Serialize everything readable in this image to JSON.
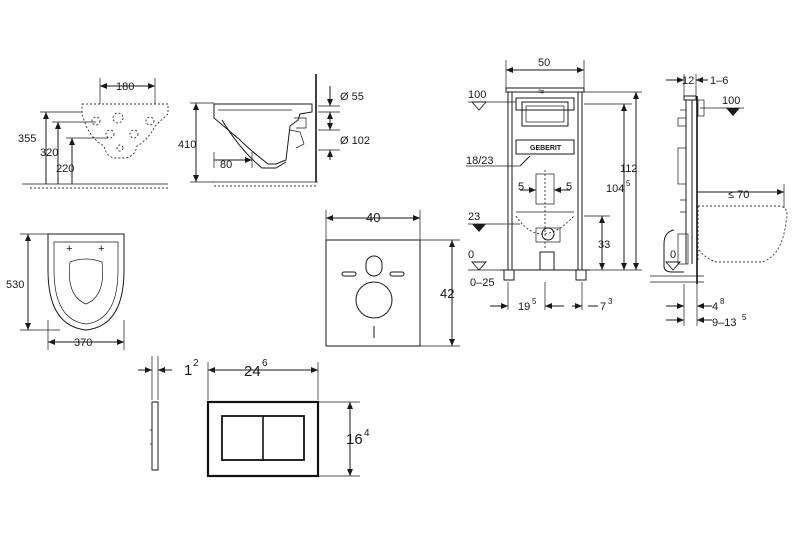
{
  "wc_top": {
    "width": "180",
    "h1": "355",
    "h2": "320",
    "h3": "220"
  },
  "wc_side": {
    "height": "410",
    "offset": "80",
    "d1": "Ø 55",
    "d2": "Ø 102"
  },
  "wc_plan": {
    "length": "530",
    "width": "370"
  },
  "gasket": {
    "width": "40",
    "height": "42"
  },
  "frame": {
    "width": "50",
    "dim_100": "100",
    "dim_18_23": "18/23",
    "dim_5a": "5",
    "dim_5b": "5",
    "dim_23": "23",
    "dim_0": "0",
    "dim_0_25": "0–25",
    "dim_33": "33",
    "dim_112": "112",
    "dim_104": "104",
    "dim_104_sup": "5",
    "dim_19": "19",
    "dim_19_sup": "5",
    "dim_7": "7",
    "dim_7_sup": "3"
  },
  "frame_side": {
    "dim_12": "12",
    "dim_1_6": "1–6",
    "dim_100": "100",
    "dim_70": "≤ 70",
    "dim_0": "0",
    "dim_4": "4",
    "dim_4_sup": "8",
    "dim_9_13": "9–13",
    "dim_9_13_sup": "5"
  },
  "plate": {
    "thickness": "1",
    "thickness_sup": "2",
    "width": "24",
    "width_sup": "6",
    "height": "16",
    "height_sup": "4"
  },
  "logo": {
    "text": "GEBERIT"
  }
}
